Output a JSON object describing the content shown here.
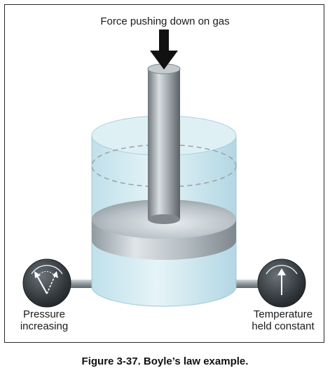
{
  "labels": {
    "force": "Force pushing down on gas",
    "pressure_line1": "Pressure",
    "pressure_line2": "increasing",
    "temperature_line1": "Temperature",
    "temperature_line2": "held constant"
  },
  "caption": "Figure 3-37. Boyle’s law example.",
  "icons": {
    "arrow": "down-arrow-icon",
    "left_gauge": "pressure-gauge-icon",
    "right_gauge": "thermometer-gauge-icon"
  },
  "colors": {
    "cylinder_fill": "#cfe9f0",
    "cylinder_edge": "#9fc9d6",
    "piston": "#9aa4aa",
    "gauge_face": "#3a4044",
    "arrow": "#111111",
    "text": "#1a1a1a"
  }
}
